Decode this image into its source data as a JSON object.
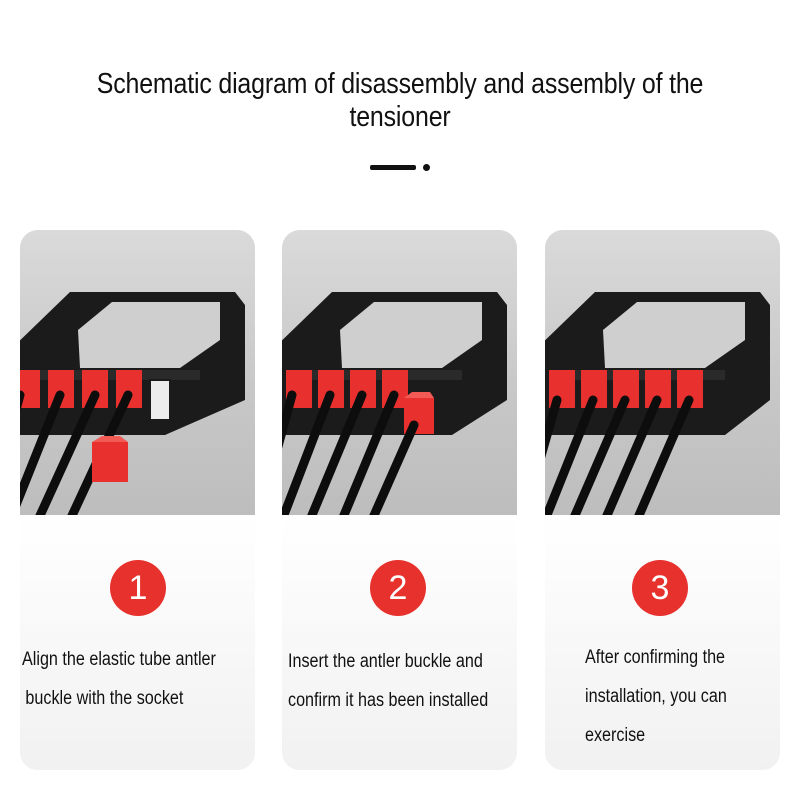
{
  "title": "Schematic diagram of disassembly and assembly of the tensioner",
  "colors": {
    "accent": "#e7312c",
    "handle": "#1b1b1b",
    "tube": "#0d0d0d"
  },
  "steps": [
    {
      "number": "1",
      "lines": [
        "Align the elastic tube antler",
        "buckle with the socket"
      ]
    },
    {
      "number": "2",
      "lines": [
        "Insert the antler buckle and",
        "confirm it has been installed"
      ]
    },
    {
      "number": "3",
      "lines": [
        "After confirming the",
        "installation, you can",
        "exercise"
      ]
    }
  ]
}
